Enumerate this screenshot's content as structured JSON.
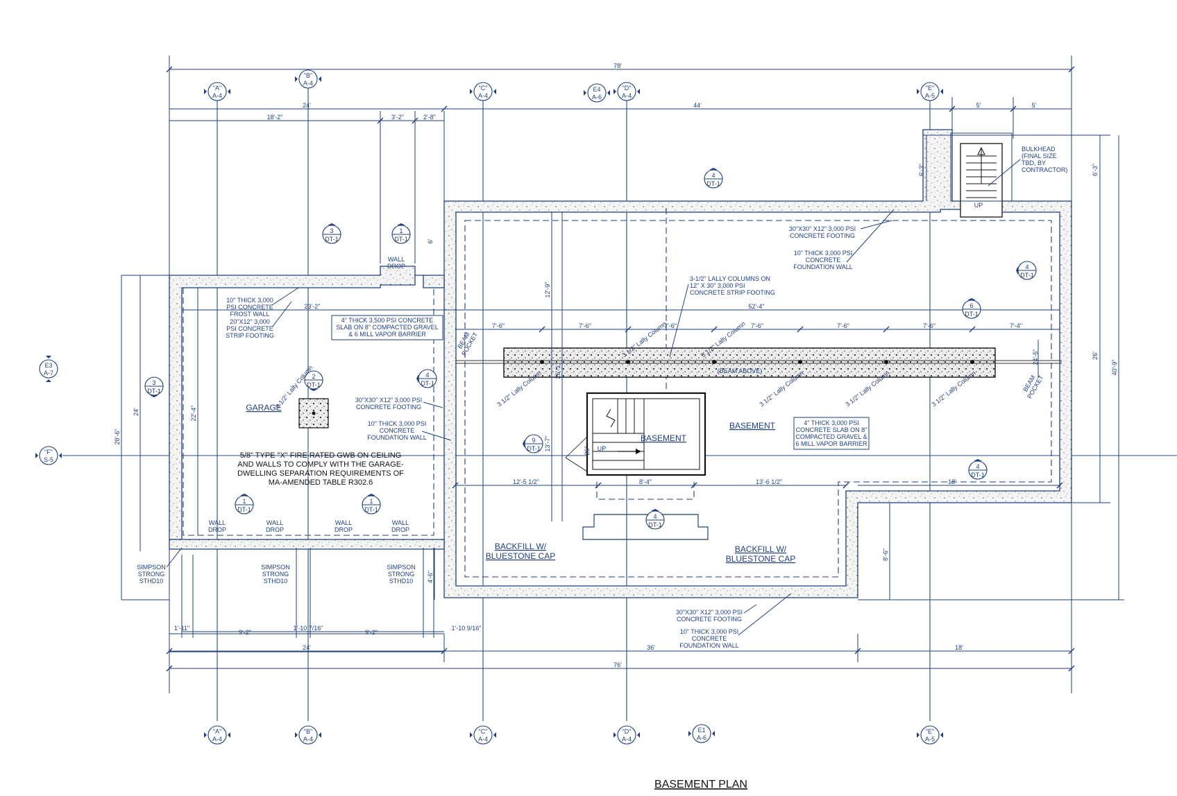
{
  "title": "BASEMENT PLAN",
  "rooms": {
    "garage": "GARAGE",
    "basement_a": "BASEMENT",
    "basement_b": "BASEMENT",
    "backfill_left": [
      "BACKFILL W/",
      "BLUESTONE CAP"
    ],
    "backfill_right": [
      "BACKFILL W/",
      "BLUESTONE CAP"
    ]
  },
  "fire_note": [
    "5/8\" TYPE \"X\" FIRE RATED GWB ON CEILING",
    "AND WALLS TO COMPLY WITH THE GARAGE-",
    "DWELLING SEPARATION REQUIREMENTS OF",
    "MA-AMENDED TABLE R302.6"
  ],
  "notes": {
    "bulkhead": [
      "BULKHEAD",
      "(FINAL SIZE",
      "TBD, BY",
      "CONTRACTOR)"
    ],
    "footing_top": [
      "30\"X30\" X12\" 3,000 PSI",
      "CONCRETE FOOTING"
    ],
    "wall_top": [
      "10\" THICK 3,000 PSI",
      "CONCRETE",
      "FOUNDATION WALL"
    ],
    "lally": [
      "3-1/2\" LALLY COLUMNS ON",
      "12\" X 30\" 3,000 PSI",
      "CONCRETE STRIP FOOTING"
    ],
    "frost_wall": [
      "10\" THICK 3,000",
      "PSI CONCRETE",
      "FROST WALL"
    ],
    "strip_footing": [
      "20\"X12\" 3,000",
      "PSI CONCRETE",
      "STRIP FOOTING"
    ],
    "garage_slab": [
      "4\" THICK 3,500 PSI CONCRETE",
      "SLAB ON 8\" COMPACTED GRAVEL",
      "& 6 MILL VAPOR BARRIER"
    ],
    "footing_mid": [
      "30\"X30\" X12\" 3,000 PSI",
      "CONCRETE FOOTING"
    ],
    "wall_mid": [
      "10\" THICK 3,000 PSI",
      "CONCRETE",
      "FOUNDATION WALL"
    ],
    "basement_slab": [
      "4\" THICK 3,000 PSI",
      "CONCRETE SLAB ON 8\"",
      "COMPACTED GRAVEL &",
      "6 MILL VAPOR BARRIER"
    ],
    "footing_bot": [
      "30\"X30\" X12\" 3,000 PSI",
      "CONCRETE FOOTING"
    ],
    "wall_bot": [
      "10\" THICK 3,000 PSI",
      "CONCRETE",
      "FOUNDATION WALL"
    ],
    "wall_drop": [
      "WALL",
      "DROP"
    ],
    "simpson": [
      "SIMPSON",
      "STRONG",
      "STHD10"
    ],
    "beam_pocket": [
      "BEAM",
      "POCKET"
    ],
    "beam_above": "(BEAM ABOVE)",
    "lally_column": "3 1/2\" Lally Column",
    "up": "UP"
  },
  "grids": {
    "A": [
      "\"A\"",
      "A-4"
    ],
    "B": [
      "\"B\"",
      "A-4"
    ],
    "C": [
      "\"C\"",
      "A-4"
    ],
    "D": [
      "\"D\"",
      "A-4"
    ],
    "E": [
      "\"E\"",
      "A-5"
    ],
    "E4": [
      "E4",
      "A-6"
    ],
    "E1": [
      "E1",
      "A-6"
    ],
    "E3": [
      "E3",
      "A-7"
    ],
    "F": [
      "\"F\"",
      "S-5"
    ]
  },
  "details": {
    "d1": [
      "1",
      "DT-1"
    ],
    "d2": [
      "2",
      "DT-1"
    ],
    "d3": [
      "3",
      "DT-1"
    ],
    "d4": [
      "4",
      "DT-1"
    ],
    "d6": [
      "6",
      "DT-1"
    ],
    "d9": [
      "9",
      "DT-1"
    ]
  },
  "dims": {
    "overall_top": "78'",
    "overall_bot": "76'",
    "d24": "24'",
    "d44": "44'",
    "d18_2": "18'-2\"",
    "d3_2": "3'-2\"",
    "d2_8": "2'-8\"",
    "d5a": "5'",
    "d5b": "5'",
    "d6_3a": "6'-3\"",
    "d6_3b": "6'-3\"",
    "d6": "6'",
    "d12_9": "12'-9\"",
    "d23_2": "23'-2\"",
    "d52_4": "52'-4\"",
    "d7_6": "7'-6\"",
    "d7_4": "7'-4\"",
    "d22_4": "22'-4\"",
    "d28_6": "28'-6\"",
    "d24v": "24'",
    "d26": "26'",
    "d40_9": "40'-9\"",
    "d26_1": "26'-1\"",
    "d13_7": "13'-7\"",
    "d12_5": "12'-5 1/2\"",
    "d8_4": "8'-4\"",
    "d13_6": "13'-6 1/2\"",
    "d18": "18'",
    "d8_6": "8'-6\"",
    "d4_6": "4'-6\"",
    "d1_11": "1'-11\"",
    "d9_2a": "9'-2\"",
    "d1_10": "1'-10 7/16\"",
    "d9_2b": "9'-2\"",
    "d1_10b": "1'-10 9/16\"",
    "d36": "36'",
    "d18b": "18'",
    "d24b": "24'",
    "d26v": "26\"",
    "d24_5": "24'-5\""
  },
  "colors": {
    "line": "#1e3f7a",
    "text": "#1f3f7f",
    "black": "#111111"
  }
}
